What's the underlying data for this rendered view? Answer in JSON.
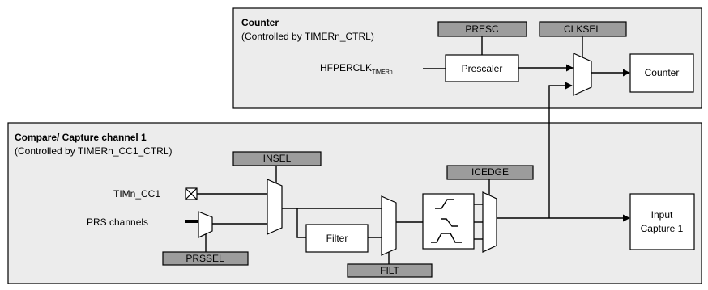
{
  "counter": {
    "title": "Counter",
    "subtitle": "(Controlled by TIMERn_CTRL)",
    "presc_label": "PRESC",
    "clksel_label": "CLKSEL",
    "hfperclk_main": "HFPERCLK",
    "hfperclk_sub": "TIMERn",
    "prescaler_label": "Prescaler",
    "counter_label": "Counter"
  },
  "capture": {
    "title": "Compare/ Capture channel 1",
    "subtitle": "(Controlled by TIMERn_CC1_CTRL)",
    "insel_label": "INSEL",
    "icedge_label": "ICEDGE",
    "pin_label": "TIMn_CC1",
    "prs_label": "PRS channels",
    "filter_label": "Filter",
    "prssel_label": "PRSSEL",
    "filt_label": "FILT",
    "output_line1": "Input",
    "output_line2": "Capture 1"
  },
  "colors": {
    "group_fill": "#ececec",
    "register_fill": "#9c9c9c",
    "line": "#000000"
  }
}
